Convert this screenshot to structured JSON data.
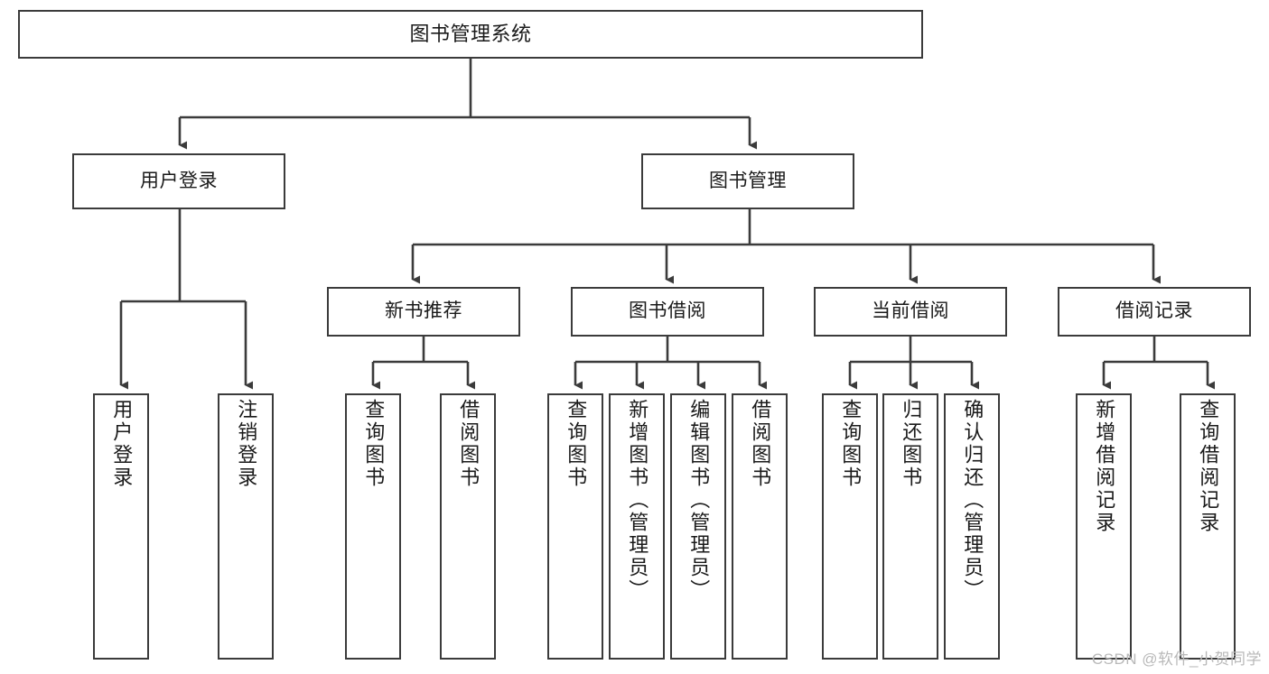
{
  "diagram": {
    "type": "tree-hierarchy",
    "title": "图书管理系统",
    "watermark": "CSDN @软件_小贺同学",
    "colors": {
      "background": "#ffffff",
      "border": "#3b3b3b",
      "text": "#1a1a1a",
      "connector": "#3b3b3b",
      "watermark": "#b9b9b9"
    },
    "nodes": {
      "root": {
        "label": "图书管理系统",
        "level": 0
      },
      "level1": [
        {
          "id": "user-login",
          "label": "用户登录"
        },
        {
          "id": "book-management",
          "label": "图书管理"
        }
      ],
      "level2": [
        {
          "id": "new-book-recommend",
          "label": "新书推荐",
          "parent": "book-management"
        },
        {
          "id": "book-borrow",
          "label": "图书借阅",
          "parent": "book-management"
        },
        {
          "id": "current-borrow",
          "label": "当前借阅",
          "parent": "book-management"
        },
        {
          "id": "borrow-record",
          "label": "借阅记录",
          "parent": "book-management"
        }
      ],
      "leaves": {
        "user_login": [
          {
            "id": "leaf-user-login",
            "label": "用户登录"
          },
          {
            "id": "leaf-user-logout",
            "label": "注销登录"
          }
        ],
        "new_book_recommend": [
          {
            "id": "leaf-query-book-1",
            "label": "查询图书"
          },
          {
            "id": "leaf-borrow-book-1",
            "label": "借阅图书"
          }
        ],
        "book_borrow": [
          {
            "id": "leaf-query-book-2",
            "label": "查询图书"
          },
          {
            "id": "leaf-add-book",
            "label": "新增图书（管理员）"
          },
          {
            "id": "leaf-edit-book",
            "label": "编辑图书（管理员）"
          },
          {
            "id": "leaf-borrow-book-2",
            "label": "借阅图书"
          }
        ],
        "current_borrow": [
          {
            "id": "leaf-query-book-3",
            "label": "查询图书"
          },
          {
            "id": "leaf-return-book",
            "label": "归还图书"
          },
          {
            "id": "leaf-confirm-return",
            "label": "确认归还（管理员）"
          }
        ],
        "borrow_record": [
          {
            "id": "leaf-add-record",
            "label": "新增借阅记录"
          },
          {
            "id": "leaf-query-record",
            "label": "查询借阅记录"
          }
        ]
      }
    }
  }
}
